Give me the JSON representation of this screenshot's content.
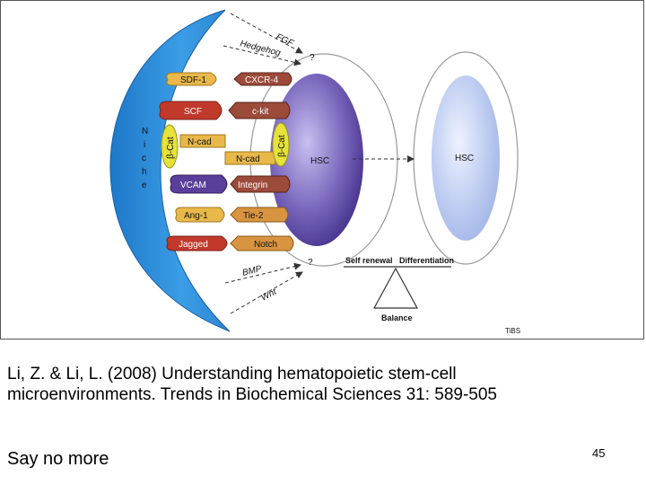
{
  "diagram": {
    "niche_letters": [
      "N",
      "i",
      "c",
      "h",
      "e"
    ],
    "ligands": [
      "SDF-1",
      "SCF",
      "N-cad",
      "VCAM",
      "Ang-1",
      "Jagged"
    ],
    "receptors": [
      "CXCR-4",
      "c-kit",
      "N-cad",
      "Integrin",
      "Tie-2",
      "Notch"
    ],
    "beta_cat": "β-Cat",
    "signals_top": [
      "FGF",
      "Hedgehog"
    ],
    "signals_bottom": [
      "BMP",
      "Wnt"
    ],
    "question_mark": "?",
    "hsc_left": "HSC",
    "hsc_right": "HSC",
    "self_renewal": "Self renewal",
    "differentiation": "Differentiation",
    "balance": "Balance",
    "watermark": "TiBS"
  },
  "citation": {
    "line1": "Li, Z. & Li, L. (2008) Understanding hematopoietic stem-cell",
    "line2": "microenvironments. Trends in Biochemical Sciences 31: 589-505"
  },
  "note": "Say no more",
  "page_number": "45",
  "colors": {
    "niche": "#2f8fd8",
    "hsc": "#7060b0",
    "hsc_light": "#b4c4ec",
    "ligand_gold": "#e8b84a",
    "ligand_red": "#c0392b",
    "receptor_brown": "#9c4a3a",
    "receptor_tan": "#d89440",
    "beta_cat": "#e6e23a",
    "vcam": "#5a3f9a"
  }
}
